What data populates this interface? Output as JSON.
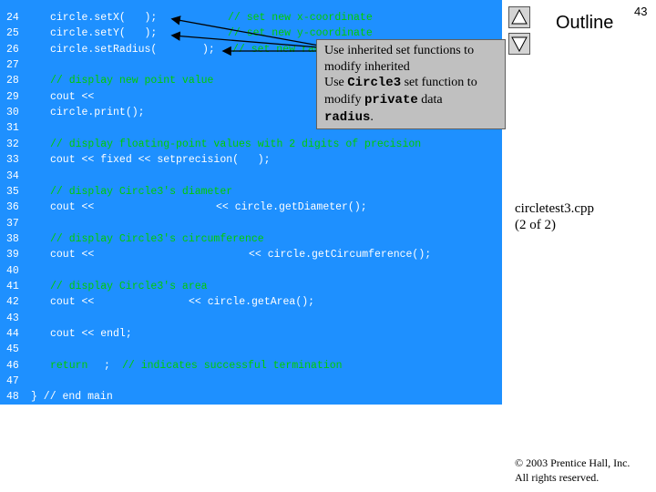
{
  "slide": {
    "page_number": "43",
    "outline_title": "Outline",
    "file_label_lines": [
      "circletest3.cpp",
      "(2 of 2)"
    ],
    "copyright_lines": [
      "© 2003 Prentice Hall, Inc.",
      "All rights reserved."
    ]
  },
  "navigation": {
    "up_icon": "triangle-up-icon",
    "down_icon": "triangle-down-icon"
  },
  "colors": {
    "panel_background": "#1e90ff",
    "code_text": "#ffffff",
    "comment_text": "#00cc00",
    "callout_background": "#c0c0c0"
  },
  "code_lines": [
    {
      "num": "24",
      "segments": [
        {
          "t": "circle.setX(   );",
          "c": "code"
        },
        {
          "t": "// set new x-coordinate",
          "c": "cmt"
        }
      ]
    },
    {
      "num": "25",
      "segments": [
        {
          "t": "circle.setY(   );",
          "c": "code"
        },
        {
          "t": "// set new y-coordinate",
          "c": "cmt"
        }
      ]
    },
    {
      "num": "26",
      "segments": [
        {
          "t": "circle.setRadius(",
          "c": "code"
        },
        {
          "t": ");",
          "c": "code"
        },
        {
          "t": "// set new radius",
          "c": "cmt"
        }
      ]
    },
    {
      "num": "27",
      "segments": []
    },
    {
      "num": "28",
      "segments": [
        {
          "t": "// display new point value",
          "c": "cmt"
        }
      ]
    },
    {
      "num": "29",
      "segments": [
        {
          "t": "cout <<",
          "c": "code"
        }
      ]
    },
    {
      "num": "30",
      "segments": [
        {
          "t": "circle.print();",
          "c": "code"
        }
      ]
    },
    {
      "num": "31",
      "segments": []
    },
    {
      "num": "32",
      "segments": [
        {
          "t": "// display floating-point values with 2 digits of precision",
          "c": "cmt"
        }
      ]
    },
    {
      "num": "33",
      "segments": [
        {
          "t": "cout << fixed << setprecision(   );",
          "c": "code"
        }
      ]
    },
    {
      "num": "34",
      "segments": []
    },
    {
      "num": "35",
      "segments": [
        {
          "t": "// display Circle3's diameter",
          "c": "cmt"
        }
      ]
    },
    {
      "num": "36",
      "segments": [
        {
          "t": "cout <<",
          "c": "code"
        },
        {
          "t": "<< circle.getDiameter();",
          "c": "code"
        }
      ]
    },
    {
      "num": "37",
      "segments": []
    },
    {
      "num": "38",
      "segments": [
        {
          "t": "// display Circle3's circumference",
          "c": "cmt"
        }
      ]
    },
    {
      "num": "39",
      "segments": [
        {
          "t": "cout <<",
          "c": "code"
        },
        {
          "t": "<< circle.getCircumference();",
          "c": "code"
        }
      ]
    },
    {
      "num": "40",
      "segments": []
    },
    {
      "num": "41",
      "segments": [
        {
          "t": "// display Circle3's area",
          "c": "cmt"
        }
      ]
    },
    {
      "num": "42",
      "segments": [
        {
          "t": "cout <<",
          "c": "code"
        },
        {
          "t": "<< circle.getArea();",
          "c": "code"
        }
      ]
    },
    {
      "num": "43",
      "segments": []
    },
    {
      "num": "44",
      "segments": [
        {
          "t": "cout << endl;",
          "c": "code"
        }
      ]
    },
    {
      "num": "45",
      "segments": []
    },
    {
      "num": "46",
      "segments": [
        {
          "t": "return",
          "c": "kw"
        },
        {
          "t": ";",
          "c": "code"
        },
        {
          "t": "// indicates successful termination",
          "c": "cmt"
        }
      ]
    },
    {
      "num": "47",
      "segments": []
    },
    {
      "num": "48",
      "segments": [
        {
          "t": "} // end main",
          "c": "code"
        }
      ]
    }
  ],
  "callout": {
    "line1": "Use inherited set functions to",
    "line2": "modify inherited",
    "line3_pre": "Use ",
    "line3_code": "Circle3",
    "line3_post": " set function to",
    "line4_pre": "modify ",
    "line4_code": "private",
    "line4_post": " data",
    "line5_code": "radius",
    "line5_post": "."
  }
}
